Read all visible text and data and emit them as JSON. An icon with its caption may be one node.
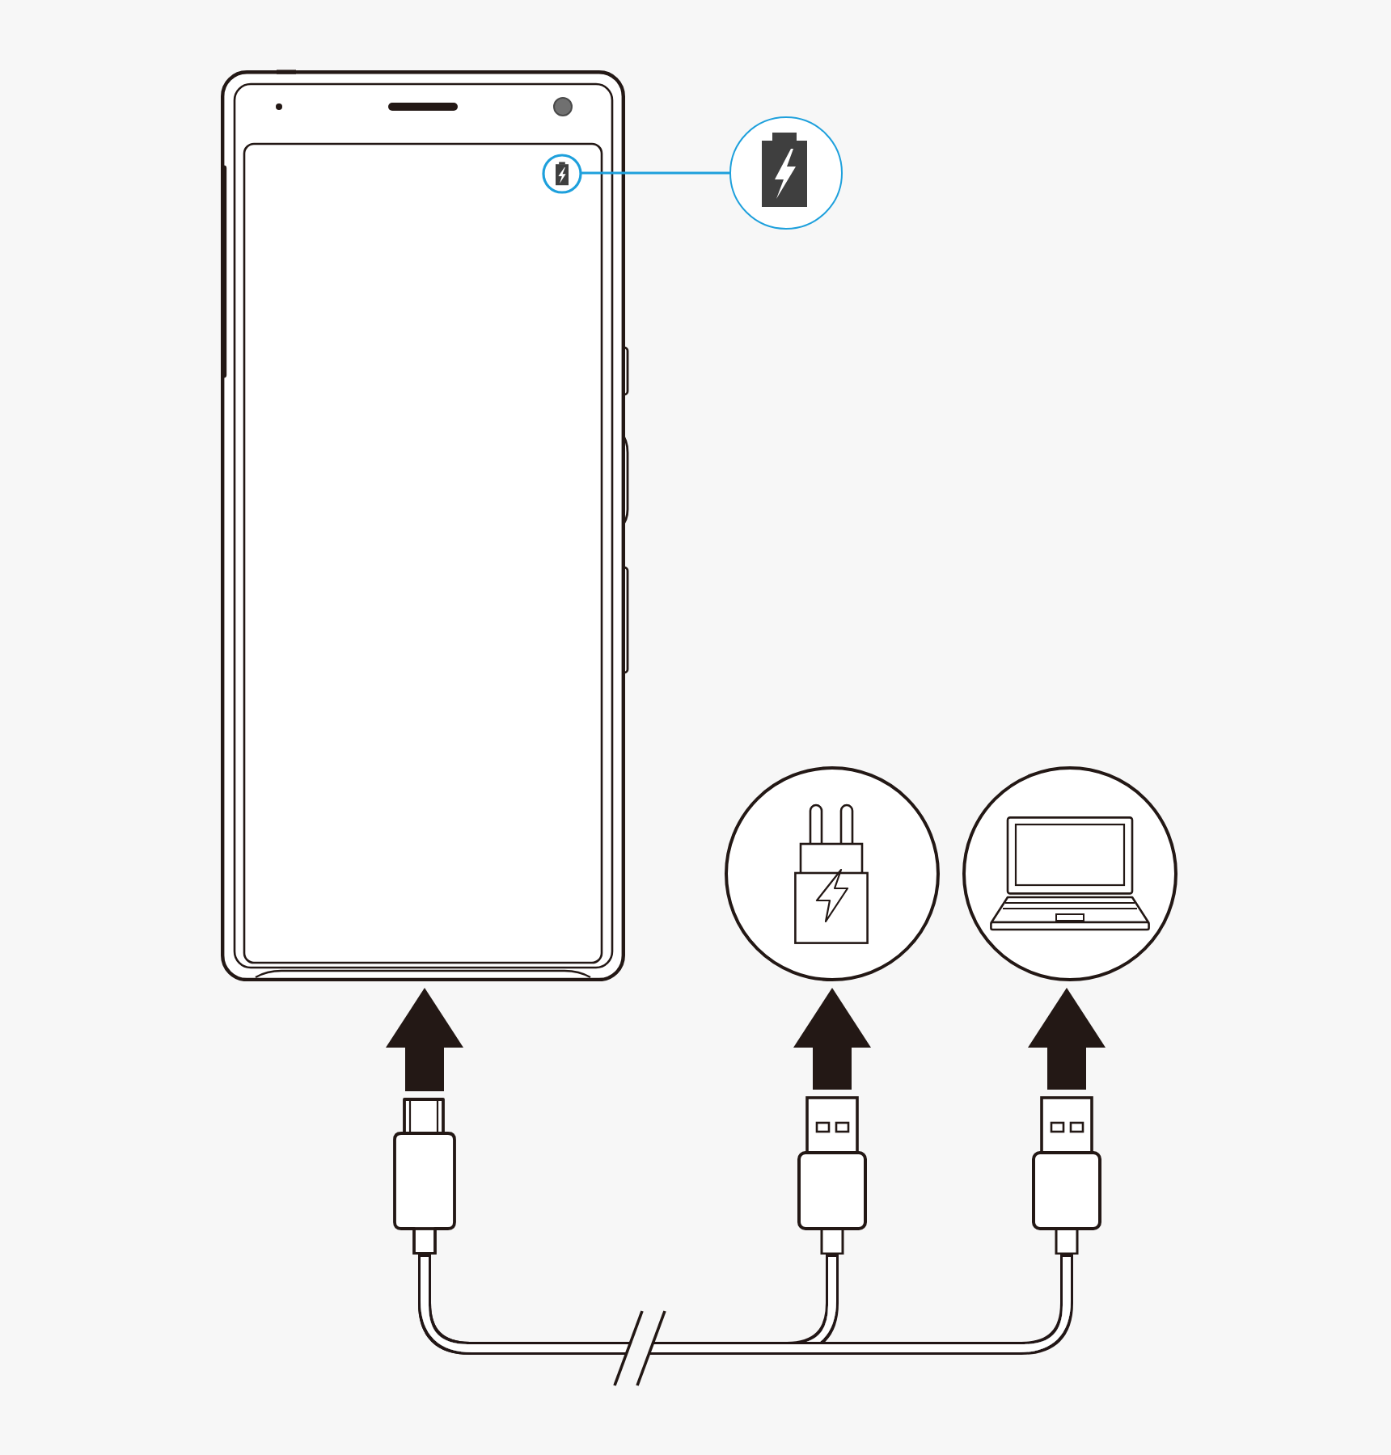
{
  "diagram": {
    "nodes": [
      {
        "text": [],
        "shape": "picture"
      },
      {
        "text": [],
        "shape": "picture",
        "in": 0
      },
      {
        "text": [],
        "shape": "circle"
      },
      {
        "text": [],
        "shape": "circle"
      },
      {
        "text": [],
        "shape": "circle"
      },
      {
        "text": [],
        "shape": "picture"
      },
      {
        "text": [],
        "shape": "picture"
      },
      {
        "text": [],
        "shape": "picture"
      }
    ],
    "edges": [
      {
        "from": 1,
        "to": 2,
        "arrow": "none",
        "color": "#1ea0dc"
      },
      {
        "from": 5,
        "to": 0,
        "arrow": "to",
        "style": "thick"
      },
      {
        "from": 6,
        "to": 3,
        "arrow": "to",
        "style": "thick"
      },
      {
        "from": 7,
        "to": 4,
        "arrow": "to",
        "style": "thick"
      },
      {
        "from": 5,
        "to": 6,
        "arrow": "none"
      },
      {
        "from": 5,
        "to": 7,
        "arrow": "none"
      }
    ]
  }
}
